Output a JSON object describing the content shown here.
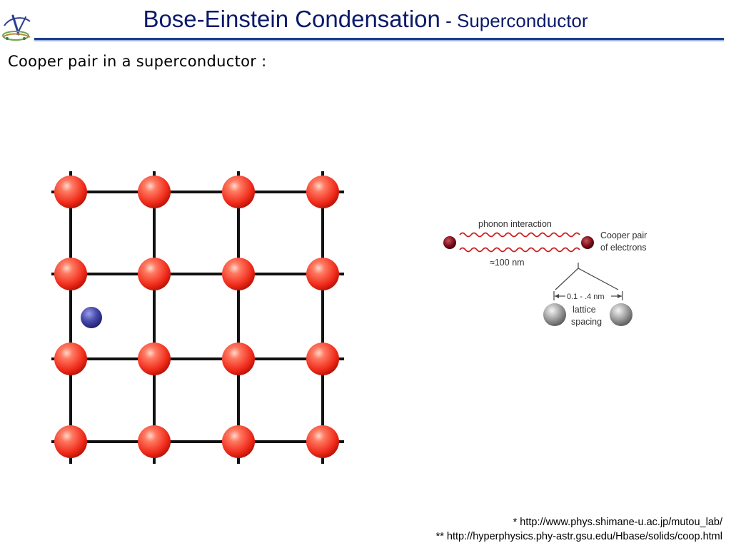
{
  "header": {
    "title": "Bose-Einstein Condensation",
    "separator": " - ",
    "subtitle": "Superconductor",
    "logo_icon": "lab-logo-icon"
  },
  "main": {
    "heading": "Cooper pair in a superconductor :"
  },
  "cooper_diagram": {
    "phonon_label": "phonon interaction",
    "pair_label_1": "Cooper pair",
    "pair_label_2": "of electrons",
    "distance_label": "≈100 nm",
    "spacing_value": "0.1 - .4 nm",
    "lattice_label_1": "lattice",
    "lattice_label_2": "spacing"
  },
  "references": [
    "* http://www.phys.shimane-u.ac.jp/mutou_lab/",
    "** http://hyperphysics.phy-astr.gsu.edu/Hbase/solids/coop.html"
  ],
  "colors": {
    "title": "#0a1a6a",
    "rule": "#1a3f8f",
    "ion": "#ff4a3a",
    "electron": "#3b3d9e",
    "wave": "#cc1a1a"
  }
}
